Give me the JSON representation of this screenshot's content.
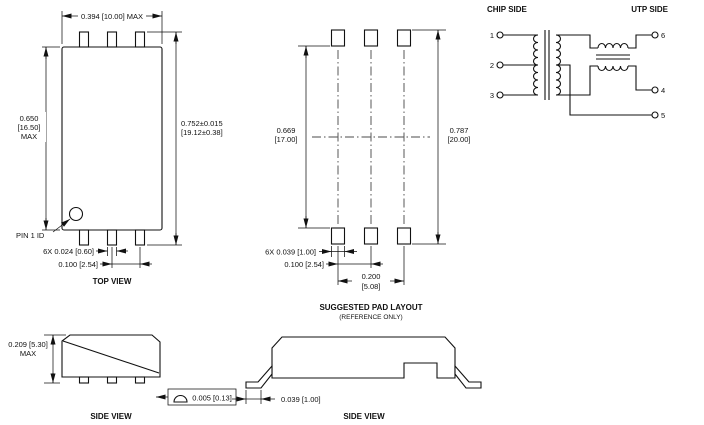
{
  "top_view": {
    "label": "TOP VIEW",
    "dim_width_max": "0.394 [10.00] MAX",
    "dim_body_height": [
      "0.650",
      "[16.50]",
      "MAX"
    ],
    "dim_overall_height": [
      "0.752±0.015",
      "[19.12±0.38]"
    ],
    "pin1_label": "PIN 1 ID",
    "dim_lead_width": "6X 0.024 [0.60]",
    "dim_lead_pitch": "0.100 [2.54]"
  },
  "pad_layout": {
    "label": "SUGGESTED PAD LAYOUT",
    "sublabel": "(REFERENCE ONLY)",
    "dim_inner": [
      "0.669",
      "[17.00]"
    ],
    "dim_outer": [
      "0.787",
      "[20.00]"
    ],
    "dim_pad_width": "6X 0.039 [1.00]",
    "dim_pad_pitch": "0.100 [2.54]",
    "dim_row_span": [
      "0.200",
      "[5.08]"
    ]
  },
  "schematic": {
    "left_label": "CHIP SIDE",
    "right_label": "UTP SIDE",
    "left_pins": [
      "1",
      "2",
      "3"
    ],
    "right_pins": [
      "6",
      "4",
      "5"
    ]
  },
  "side_view_a": {
    "label": "SIDE VIEW",
    "dim_height": [
      "0.209 [5.30]",
      "MAX"
    ],
    "dim_standoff": "0.005 [0.13]"
  },
  "side_view_b": {
    "label": "SIDE VIEW",
    "dim_lead": "0.039 [1.00]"
  },
  "colors": {
    "ink": "#111111",
    "background": "#ffffff"
  }
}
